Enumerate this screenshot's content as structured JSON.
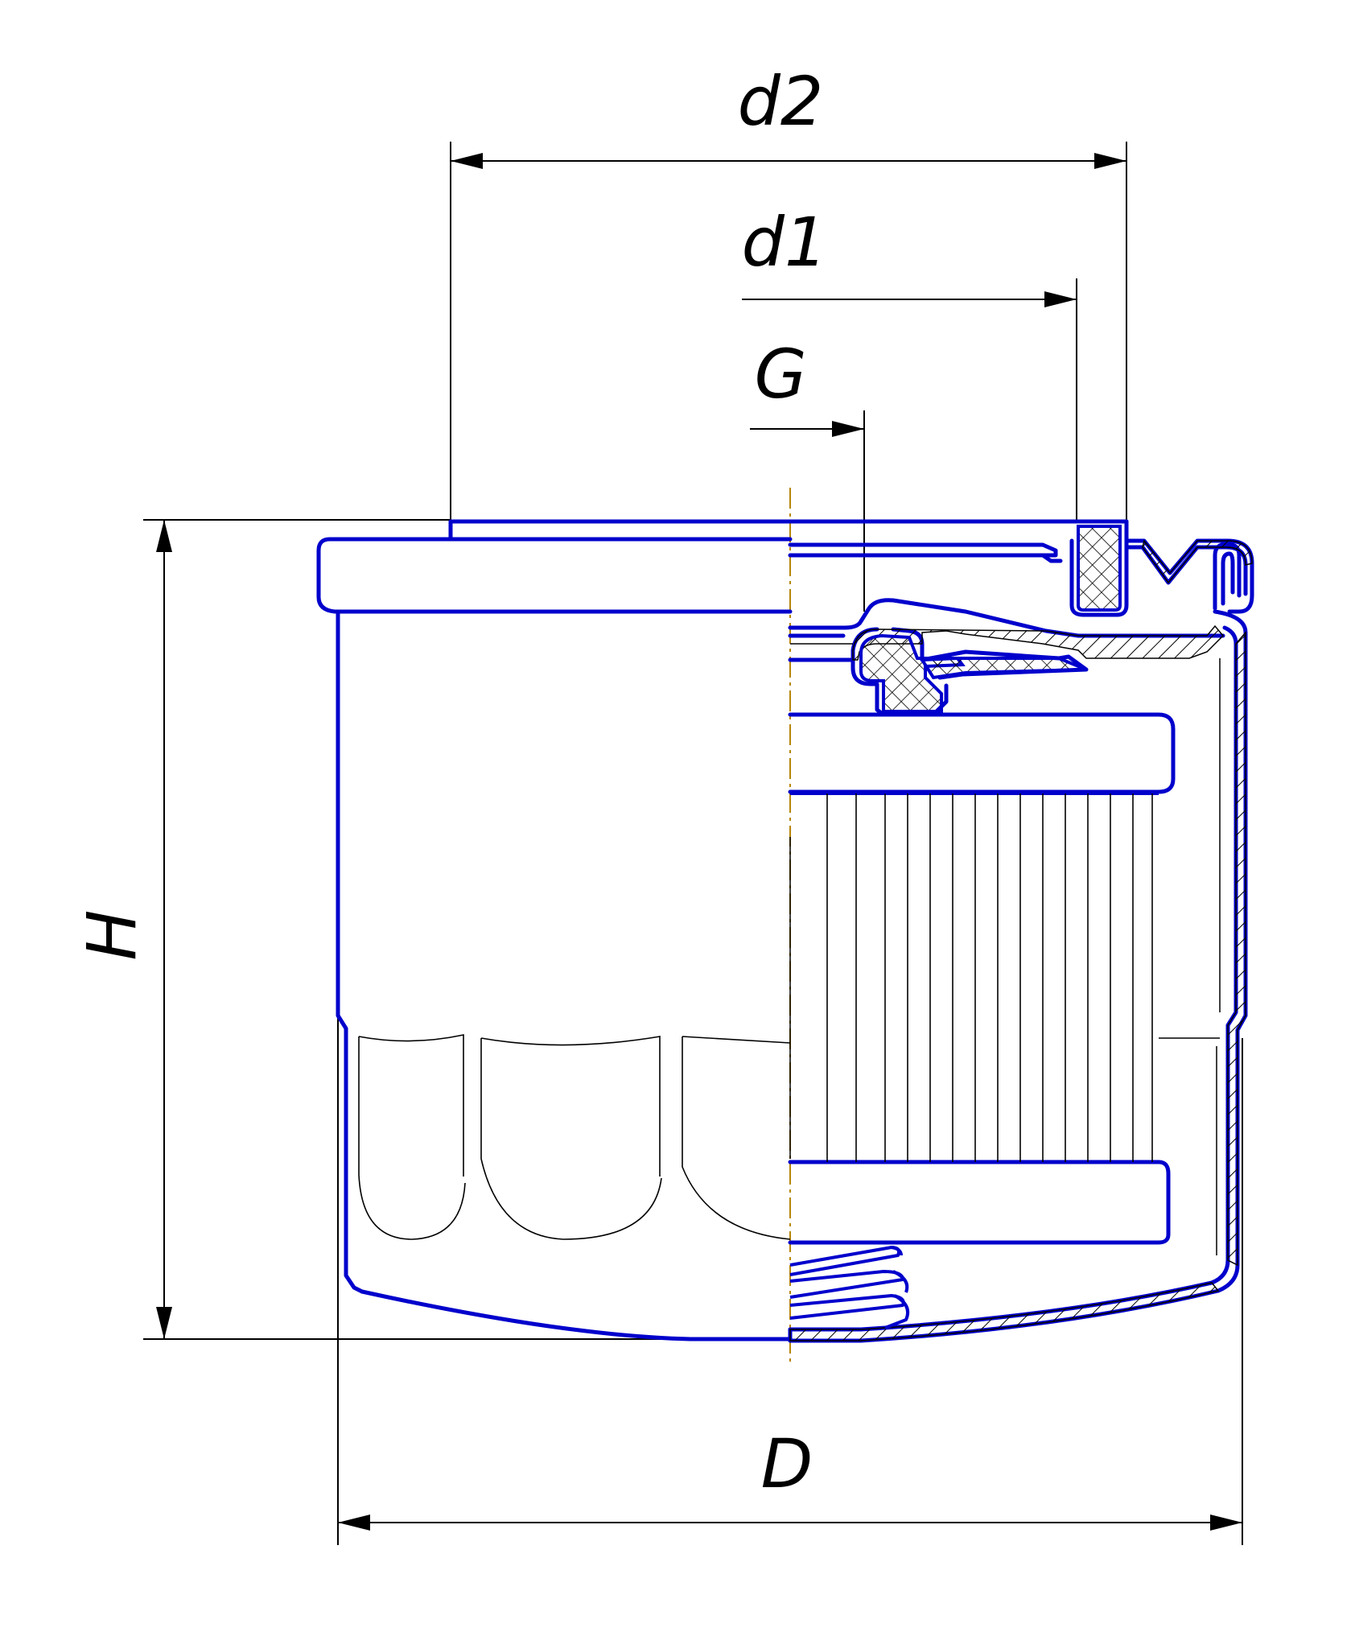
{
  "labels": {
    "d2": "d2",
    "d1": "d1",
    "g": "G",
    "h": "H",
    "d": "D"
  },
  "colors": {
    "outline": "#0000cc",
    "dimension": "#000000",
    "centerline": "#b8860b",
    "background": "#ffffff"
  }
}
